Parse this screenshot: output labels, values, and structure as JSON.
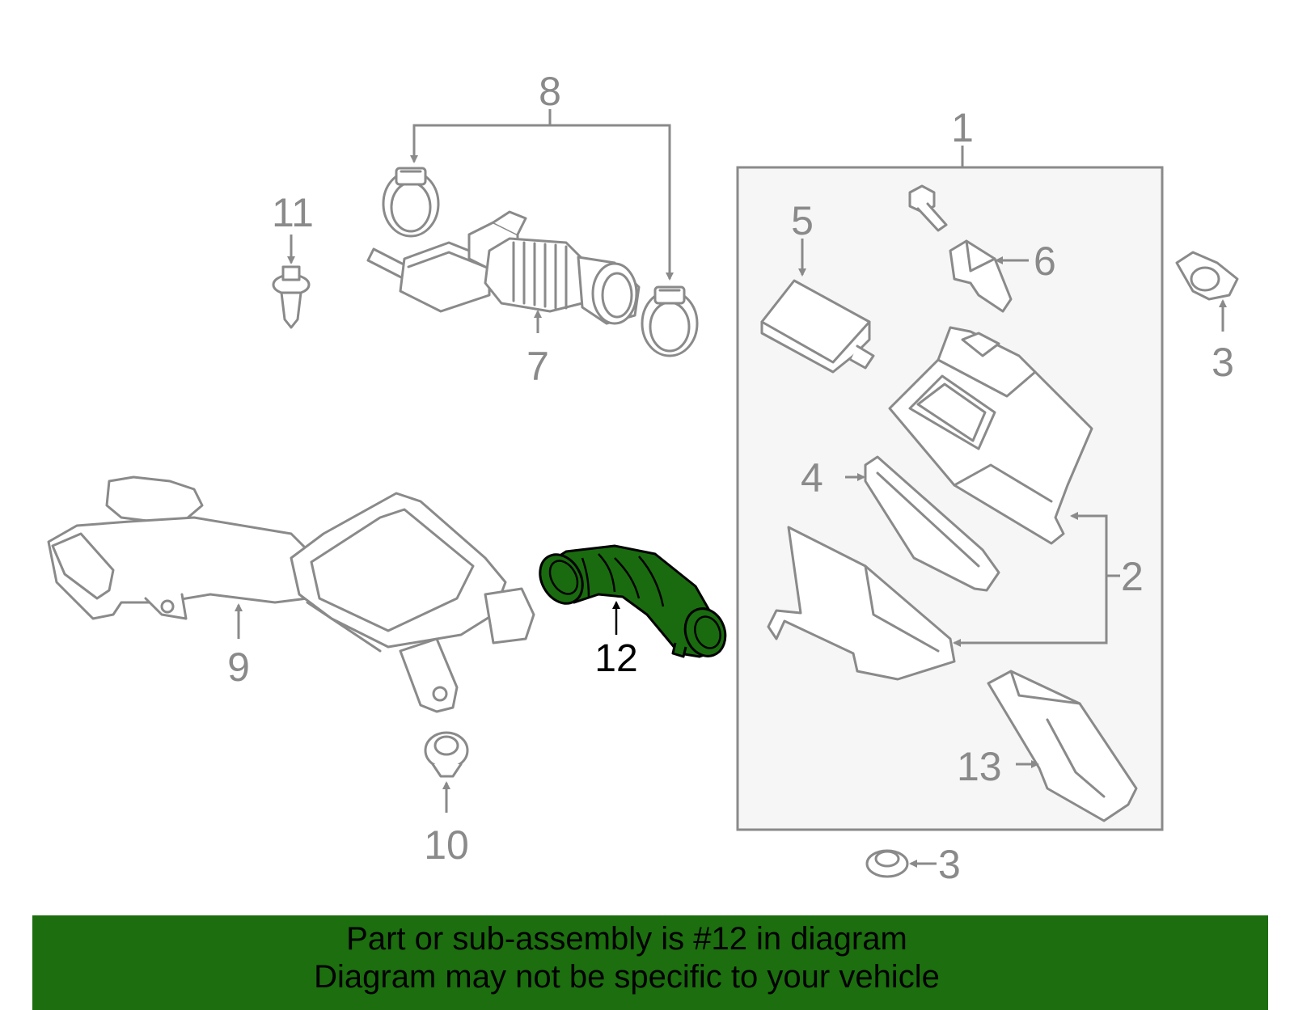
{
  "colors": {
    "highlight": "#1a6b0f",
    "banner": "#1c6e0f",
    "line": "#8a8a8a",
    "box_fill": "#f6f6f6"
  },
  "callouts": {
    "c1": "1",
    "c2": "2",
    "c3_right": "3",
    "c3_bottom": "3",
    "c4": "4",
    "c5": "5",
    "c6": "6",
    "c7": "7",
    "c8": "8",
    "c9": "9",
    "c10": "10",
    "c11": "11",
    "c12": "12",
    "c13": "13"
  },
  "highlighted_part": "12",
  "banner": {
    "line1": "Part or sub-assembly is #12 in diagram",
    "line2": "Diagram may not be specific to your vehicle"
  }
}
